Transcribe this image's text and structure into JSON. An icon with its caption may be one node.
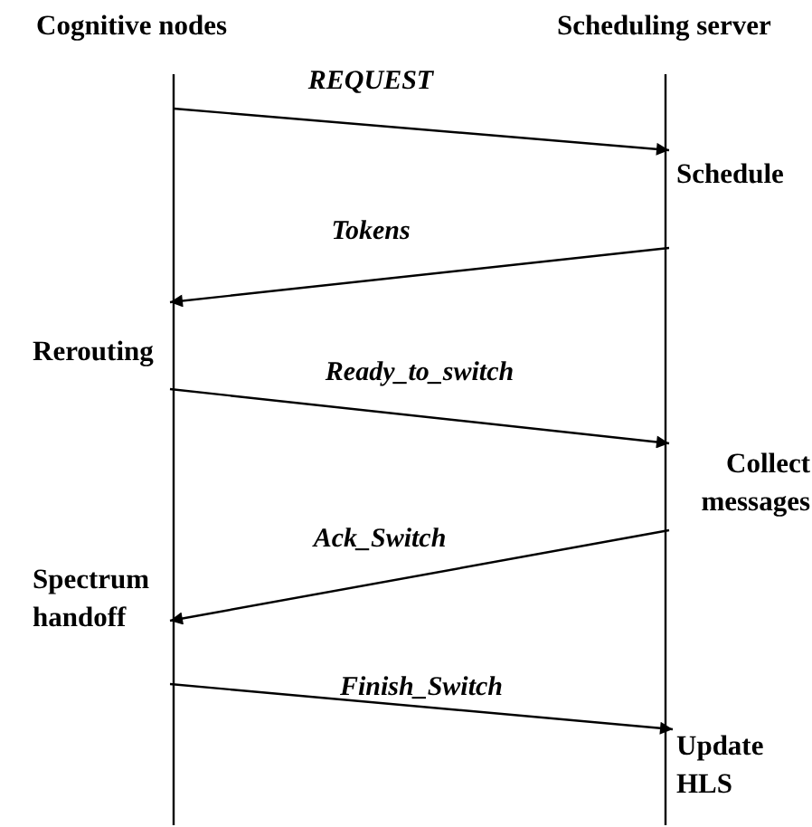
{
  "diagram": {
    "nodes": [
      {
        "text": [
          "Cognitive nodes"
        ]
      },
      {
        "text": [
          "Scheduling server"
        ]
      },
      {
        "text": [
          "Schedule"
        ]
      },
      {
        "text": [
          "Rerouting"
        ]
      },
      {
        "text": [
          "Collect messages"
        ]
      },
      {
        "text": [
          "Spectrum handoff"
        ]
      },
      {
        "text": [
          "Update HLS"
        ]
      }
    ],
    "edges": [
      {
        "from": null,
        "to": 2,
        "arrow": "to",
        "label": "REQUEST"
      },
      {
        "from": 2,
        "to": 3,
        "arrow": "to",
        "label": "Tokens"
      },
      {
        "from": 3,
        "to": 4,
        "arrow": "to",
        "label": "Ready_to_switch"
      },
      {
        "from": 4,
        "to": 5,
        "arrow": "to",
        "label": "Ack_Switch"
      },
      {
        "from": 5,
        "to": 6,
        "arrow": "to",
        "label": "Finish_Switch"
      }
    ]
  }
}
